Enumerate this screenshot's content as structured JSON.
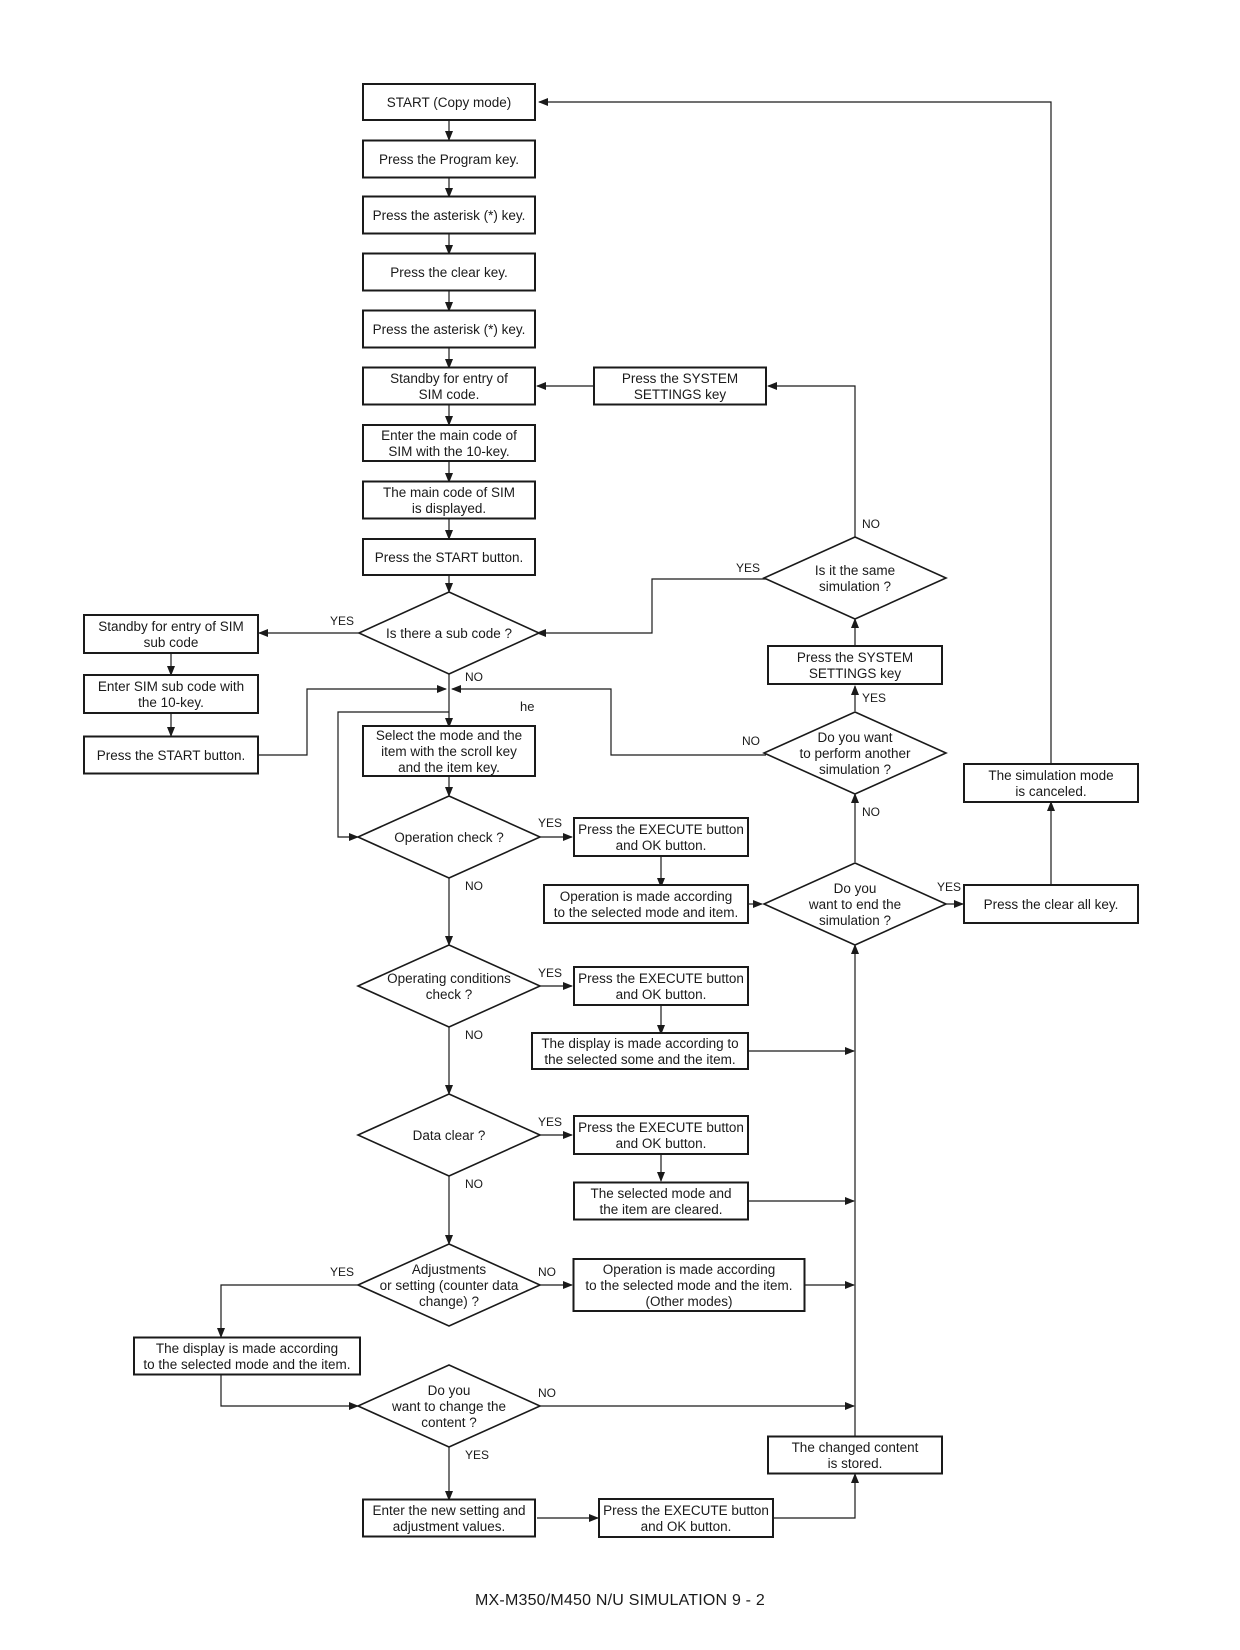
{
  "nodes": {
    "start": [
      "START (Copy mode)"
    ],
    "program": [
      "Press the Program key."
    ],
    "asterisk1": [
      "Press the asterisk (*) key."
    ],
    "clear": [
      "Press the clear key."
    ],
    "asterisk2": [
      "Press the asterisk (*) key."
    ],
    "standby_sim": [
      "Standby for entry of",
      "SIM code."
    ],
    "system_top": [
      "Press the SYSTEM",
      "SETTINGS key"
    ],
    "enter_main": [
      "Enter the main code of",
      "SIM with the 10-key."
    ],
    "main_displayed": [
      "The main code of SIM",
      "is displayed."
    ],
    "press_start1": [
      "Press the START button."
    ],
    "q_sub": [
      "Is there a sub code ?"
    ],
    "standby_sub": [
      "Standby for entry of SIM",
      "sub code"
    ],
    "enter_sub": [
      "Enter SIM sub code with",
      "the 10-key."
    ],
    "press_start2": [
      "Press the START button."
    ],
    "select_mode": [
      "Select the mode and the",
      "item with the scroll key",
      "and the item key."
    ],
    "q_operation": [
      "Operation check ?"
    ],
    "exec1": [
      "Press the EXECUTE button",
      "and OK button."
    ],
    "op_made": [
      "Operation is made according",
      "to the selected mode and item."
    ],
    "q_opcond": [
      "Operating conditions",
      "check ?"
    ],
    "exec2": [
      "Press the EXECUTE button",
      "and OK button."
    ],
    "display_made1": [
      "The display is made according to",
      "the selected some and the item."
    ],
    "q_dataclear": [
      "Data clear ?"
    ],
    "exec3": [
      "Press the EXECUTE button",
      "and OK button."
    ],
    "cleared": [
      "The selected mode and",
      "the item are cleared."
    ],
    "q_adjust": [
      "Adjustments",
      "or setting (counter data",
      "change) ?"
    ],
    "op_other": [
      "Operation is made according",
      "to the selected mode and the item.",
      "(Other modes)"
    ],
    "display_made2": [
      "The display is made according",
      "to the selected mode and the item."
    ],
    "q_change": [
      "Do you",
      "want to change the",
      "content ?"
    ],
    "enter_new": [
      "Enter the new setting and",
      "adjustment values."
    ],
    "exec4": [
      "Press the EXECUTE button",
      "and OK button."
    ],
    "stored": [
      "The changed content",
      "is stored."
    ],
    "q_end": [
      "Do you",
      "want to end the",
      "simulation ?"
    ],
    "clear_all": [
      "Press the clear all key."
    ],
    "canceled": [
      "The simulation mode",
      "is canceled."
    ],
    "q_another": [
      "Do you want",
      "to perform another",
      "simulation ?"
    ],
    "system_mid": [
      "Press the SYSTEM",
      "SETTINGS key"
    ],
    "q_same": [
      "Is it the same",
      "simulation ?"
    ]
  },
  "labels": {
    "sub_yes": "YES",
    "sub_no": "NO",
    "he": "he",
    "op_yes": "YES",
    "op_no": "NO",
    "opcond_yes": "YES",
    "opcond_no": "NO",
    "data_yes": "YES",
    "data_no": "NO",
    "adj_yes": "YES",
    "adj_no": "NO",
    "change_no": "NO",
    "change_yes": "YES",
    "end_yes": "YES",
    "end_no": "NO",
    "another_yes": "YES",
    "another_no": "NO",
    "same_yes": "YES",
    "same_no": "NO"
  },
  "footer": "MX-M350/M450 N/U  SIMULATION  9 - 2"
}
